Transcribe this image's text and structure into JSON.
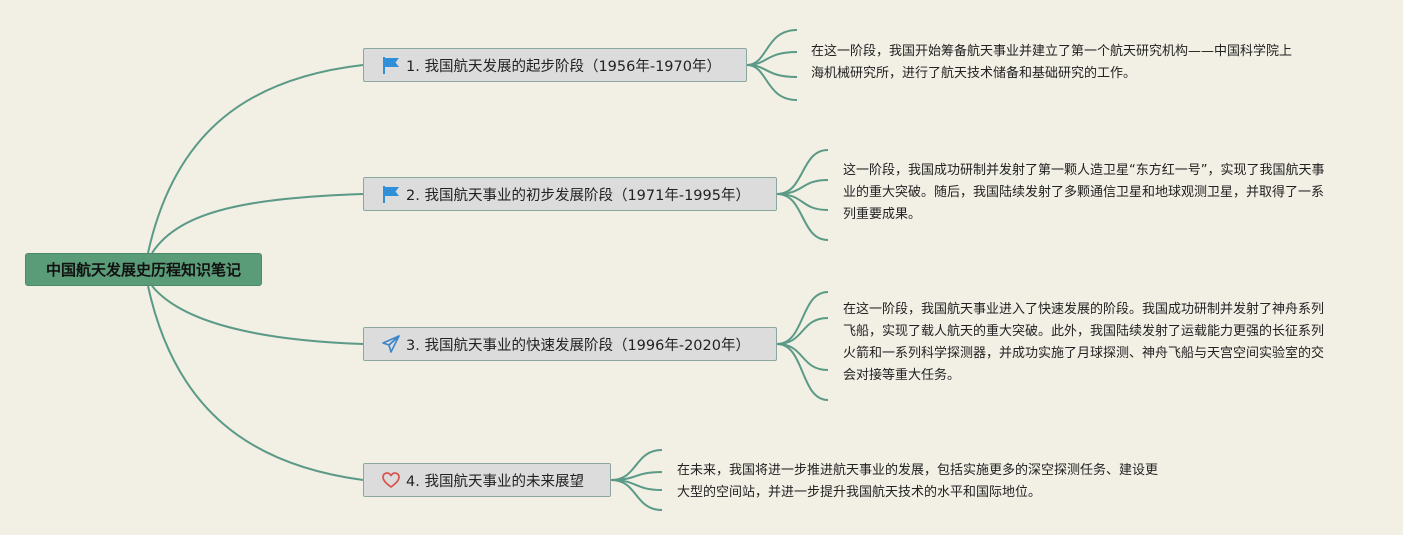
{
  "root": {
    "title": "中国航天发展史历程知识笔记"
  },
  "branches": [
    {
      "label": "1. 我国航天发展的起步阶段（1956年-1970年）",
      "icon": "flag-icon",
      "description": "在这一阶段，我国开始筹备航天事业并建立了第一个航天研究机构——中国科学院上海机械研究所，进行了航天技术储备和基础研究的工作。"
    },
    {
      "label": "2. 我国航天事业的初步发展阶段（1971年-1995年）",
      "icon": "flag-icon",
      "description": "这一阶段，我国成功研制并发射了第一颗人造卫星“东方红一号”，实现了我国航天事业的重大突破。随后，我国陆续发射了多颗通信卫星和地球观测卫星，并取得了一系列重要成果。"
    },
    {
      "label": "3. 我国航天事业的快速发展阶段（1996年-2020年）",
      "icon": "paper-plane-icon",
      "description": "在这一阶段，我国航天事业进入了快速发展的阶段。我国成功研制并发射了神舟系列飞船，实现了载人航天的重大突破。此外，我国陆续发射了运载能力更强的长征系列火箭和一系列科学探测器，并成功实施了月球探测、神舟飞船与天宫空间实验室的交会对接等重大任务。"
    },
    {
      "label": "4. 我国航天事业的未来展望",
      "icon": "heart-icon",
      "description": "在未来，我国将进一步推进航天事业的发展，包括实施更多的深空探测任务、建设更大型的空间站，并进一步提升我国航天技术的水平和国际地位。"
    }
  ],
  "colors": {
    "background": "#f2efe5",
    "connector": "#5b9a86",
    "root_fill": "#5b9c78",
    "branch_fill": "#dcdcdc",
    "flag_icon": "#2f8fd8",
    "plane_icon": "#3a86c8",
    "heart_icon": "#d9534f"
  }
}
